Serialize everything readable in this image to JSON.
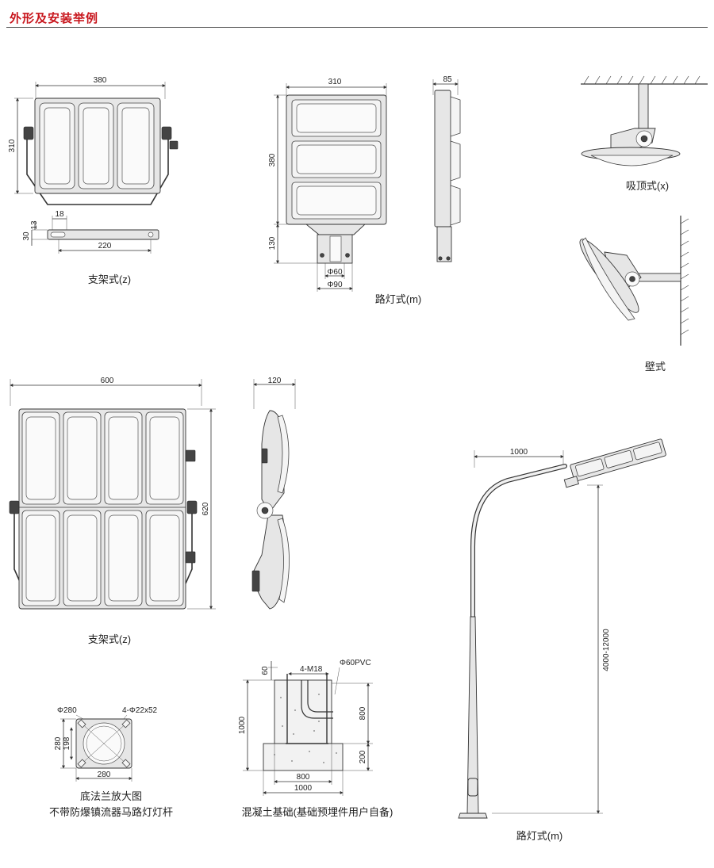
{
  "header": {
    "title": "外形及安装举例"
  },
  "views": {
    "bracket_small": {
      "caption": "支架式(z)",
      "dims": {
        "width": "380",
        "height": "310",
        "d18": "18",
        "d13": "13",
        "d30": "30",
        "d220": "220"
      }
    },
    "street_small": {
      "caption": "路灯式(m)",
      "dims": {
        "width": "310",
        "height": "380",
        "neck": "130",
        "phi60": "Φ60",
        "phi90": "Φ90"
      }
    },
    "side_small": {
      "dims": {
        "depth": "85"
      }
    },
    "ceiling": {
      "caption": "吸顶式(x)"
    },
    "wall": {
      "caption": "壁式"
    },
    "bracket_large": {
      "caption": "支架式(z)",
      "dims": {
        "width": "600",
        "height": "620"
      }
    },
    "side_large": {
      "dims": {
        "depth": "120"
      }
    },
    "pole": {
      "caption": "路灯式(m)",
      "dims": {
        "arm": "1000",
        "height": "4000-12000"
      }
    },
    "flange": {
      "caption_line1": "底法兰放大图",
      "caption_line2": "不带防爆镇流器马路灯灯杆",
      "dims": {
        "phi280": "Φ280",
        "holes": "4-Φ22x52",
        "d280v": "280",
        "d198": "198",
        "d280h": "280"
      }
    },
    "foundation": {
      "caption": "混凝土基础(基础预埋件用户自备)",
      "dims": {
        "d60": "60",
        "bolts": "4-M18",
        "pipe": "Φ60PVC",
        "d1000v": "1000",
        "d800v": "800",
        "d200": "200",
        "d800h": "800",
        "d1000h": "1000"
      }
    }
  }
}
